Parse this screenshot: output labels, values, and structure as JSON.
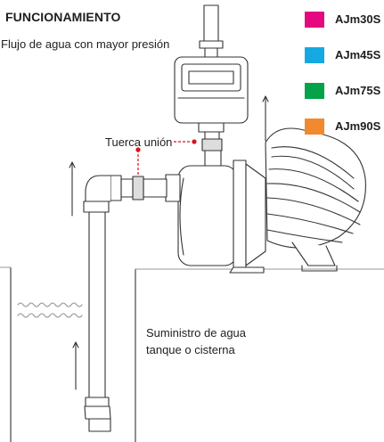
{
  "title": "FUNCIONAMIENTO",
  "subtitle": "Flujo de agua con mayor presión",
  "legend": [
    {
      "label": "AJm30S",
      "color": "#e5097f"
    },
    {
      "label": "AJm45S",
      "color": "#15a9e1"
    },
    {
      "label": "AJm75S",
      "color": "#06a24a"
    },
    {
      "label": "AJm90S",
      "color": "#f18a2e"
    }
  ],
  "callout": {
    "label": "Tuerca unión",
    "color": "#d7131a"
  },
  "supply": {
    "line1": "Suministro de agua",
    "line2": "tanque o cisterna"
  },
  "icons": {
    "meter": "water-meter-icon",
    "pump": "pump-icon",
    "arrow": "flow-arrow-icon",
    "waves": "water-wave-icon"
  }
}
